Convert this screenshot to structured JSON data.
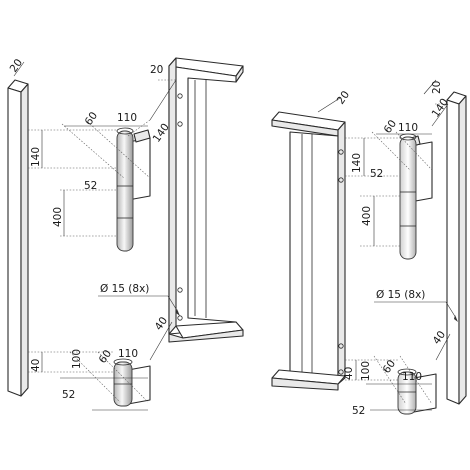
{
  "dimensions": {
    "post_width": "20",
    "frame_width": "20",
    "hinge_spacing": "140",
    "hinge_depth": "110",
    "hinge_offset_a": "60",
    "hinge_offset_b": "52",
    "hinge_height": "400",
    "lower_spacing": "100",
    "edge_offset": "40",
    "holes": "Ø 15 (8x)"
  },
  "colors": {
    "line": "#2b2b2b",
    "metal_light": "#f6f6f6",
    "metal_dark": "#9a9a9a"
  }
}
